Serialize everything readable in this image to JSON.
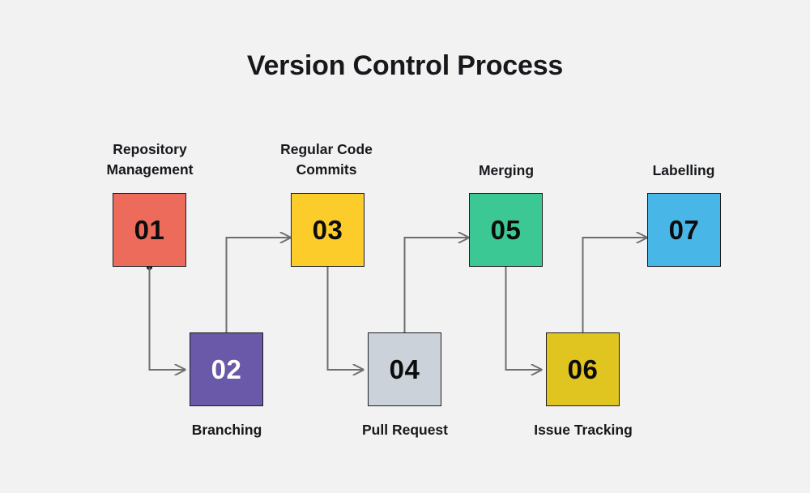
{
  "diagram": {
    "title": "Version Control Process",
    "background_color": "#f2f2f2",
    "connector_color": "#6e6e6e",
    "border_color": "#1d1d1f",
    "type": "process-flowchart",
    "node_count": 7,
    "steps": [
      {
        "number": "01",
        "label": "Repository\nManagement",
        "color": "#ec6b5a",
        "text_color": "#0c0c0d",
        "row": "top",
        "caption_position": "above"
      },
      {
        "number": "02",
        "label": "Branching",
        "color": "#6a58a8",
        "text_color": "#ffffff",
        "row": "bottom",
        "caption_position": "below"
      },
      {
        "number": "03",
        "label": "Regular Code\nCommits",
        "color": "#fccc2b",
        "text_color": "#0c0c0d",
        "row": "top",
        "caption_position": "above"
      },
      {
        "number": "04",
        "label": "Pull Request",
        "color": "#cbd2da",
        "text_color": "#0c0c0d",
        "row": "bottom",
        "caption_position": "below"
      },
      {
        "number": "05",
        "label": "Merging",
        "color": "#3bc894",
        "text_color": "#0c0c0d",
        "row": "top",
        "caption_position": "above"
      },
      {
        "number": "06",
        "label": "Issue Tracking",
        "color": "#e0c520",
        "text_color": "#0c0c0d",
        "row": "bottom",
        "caption_position": "below"
      },
      {
        "number": "07",
        "label": "Labelling",
        "color": "#49b6e8",
        "text_color": "#0c0c0d",
        "row": "top",
        "caption_position": "above"
      }
    ],
    "connections": [
      {
        "from": "01",
        "to": "02"
      },
      {
        "from": "02",
        "to": "03"
      },
      {
        "from": "03",
        "to": "04"
      },
      {
        "from": "04",
        "to": "05"
      },
      {
        "from": "05",
        "to": "06"
      },
      {
        "from": "06",
        "to": "07"
      }
    ]
  }
}
